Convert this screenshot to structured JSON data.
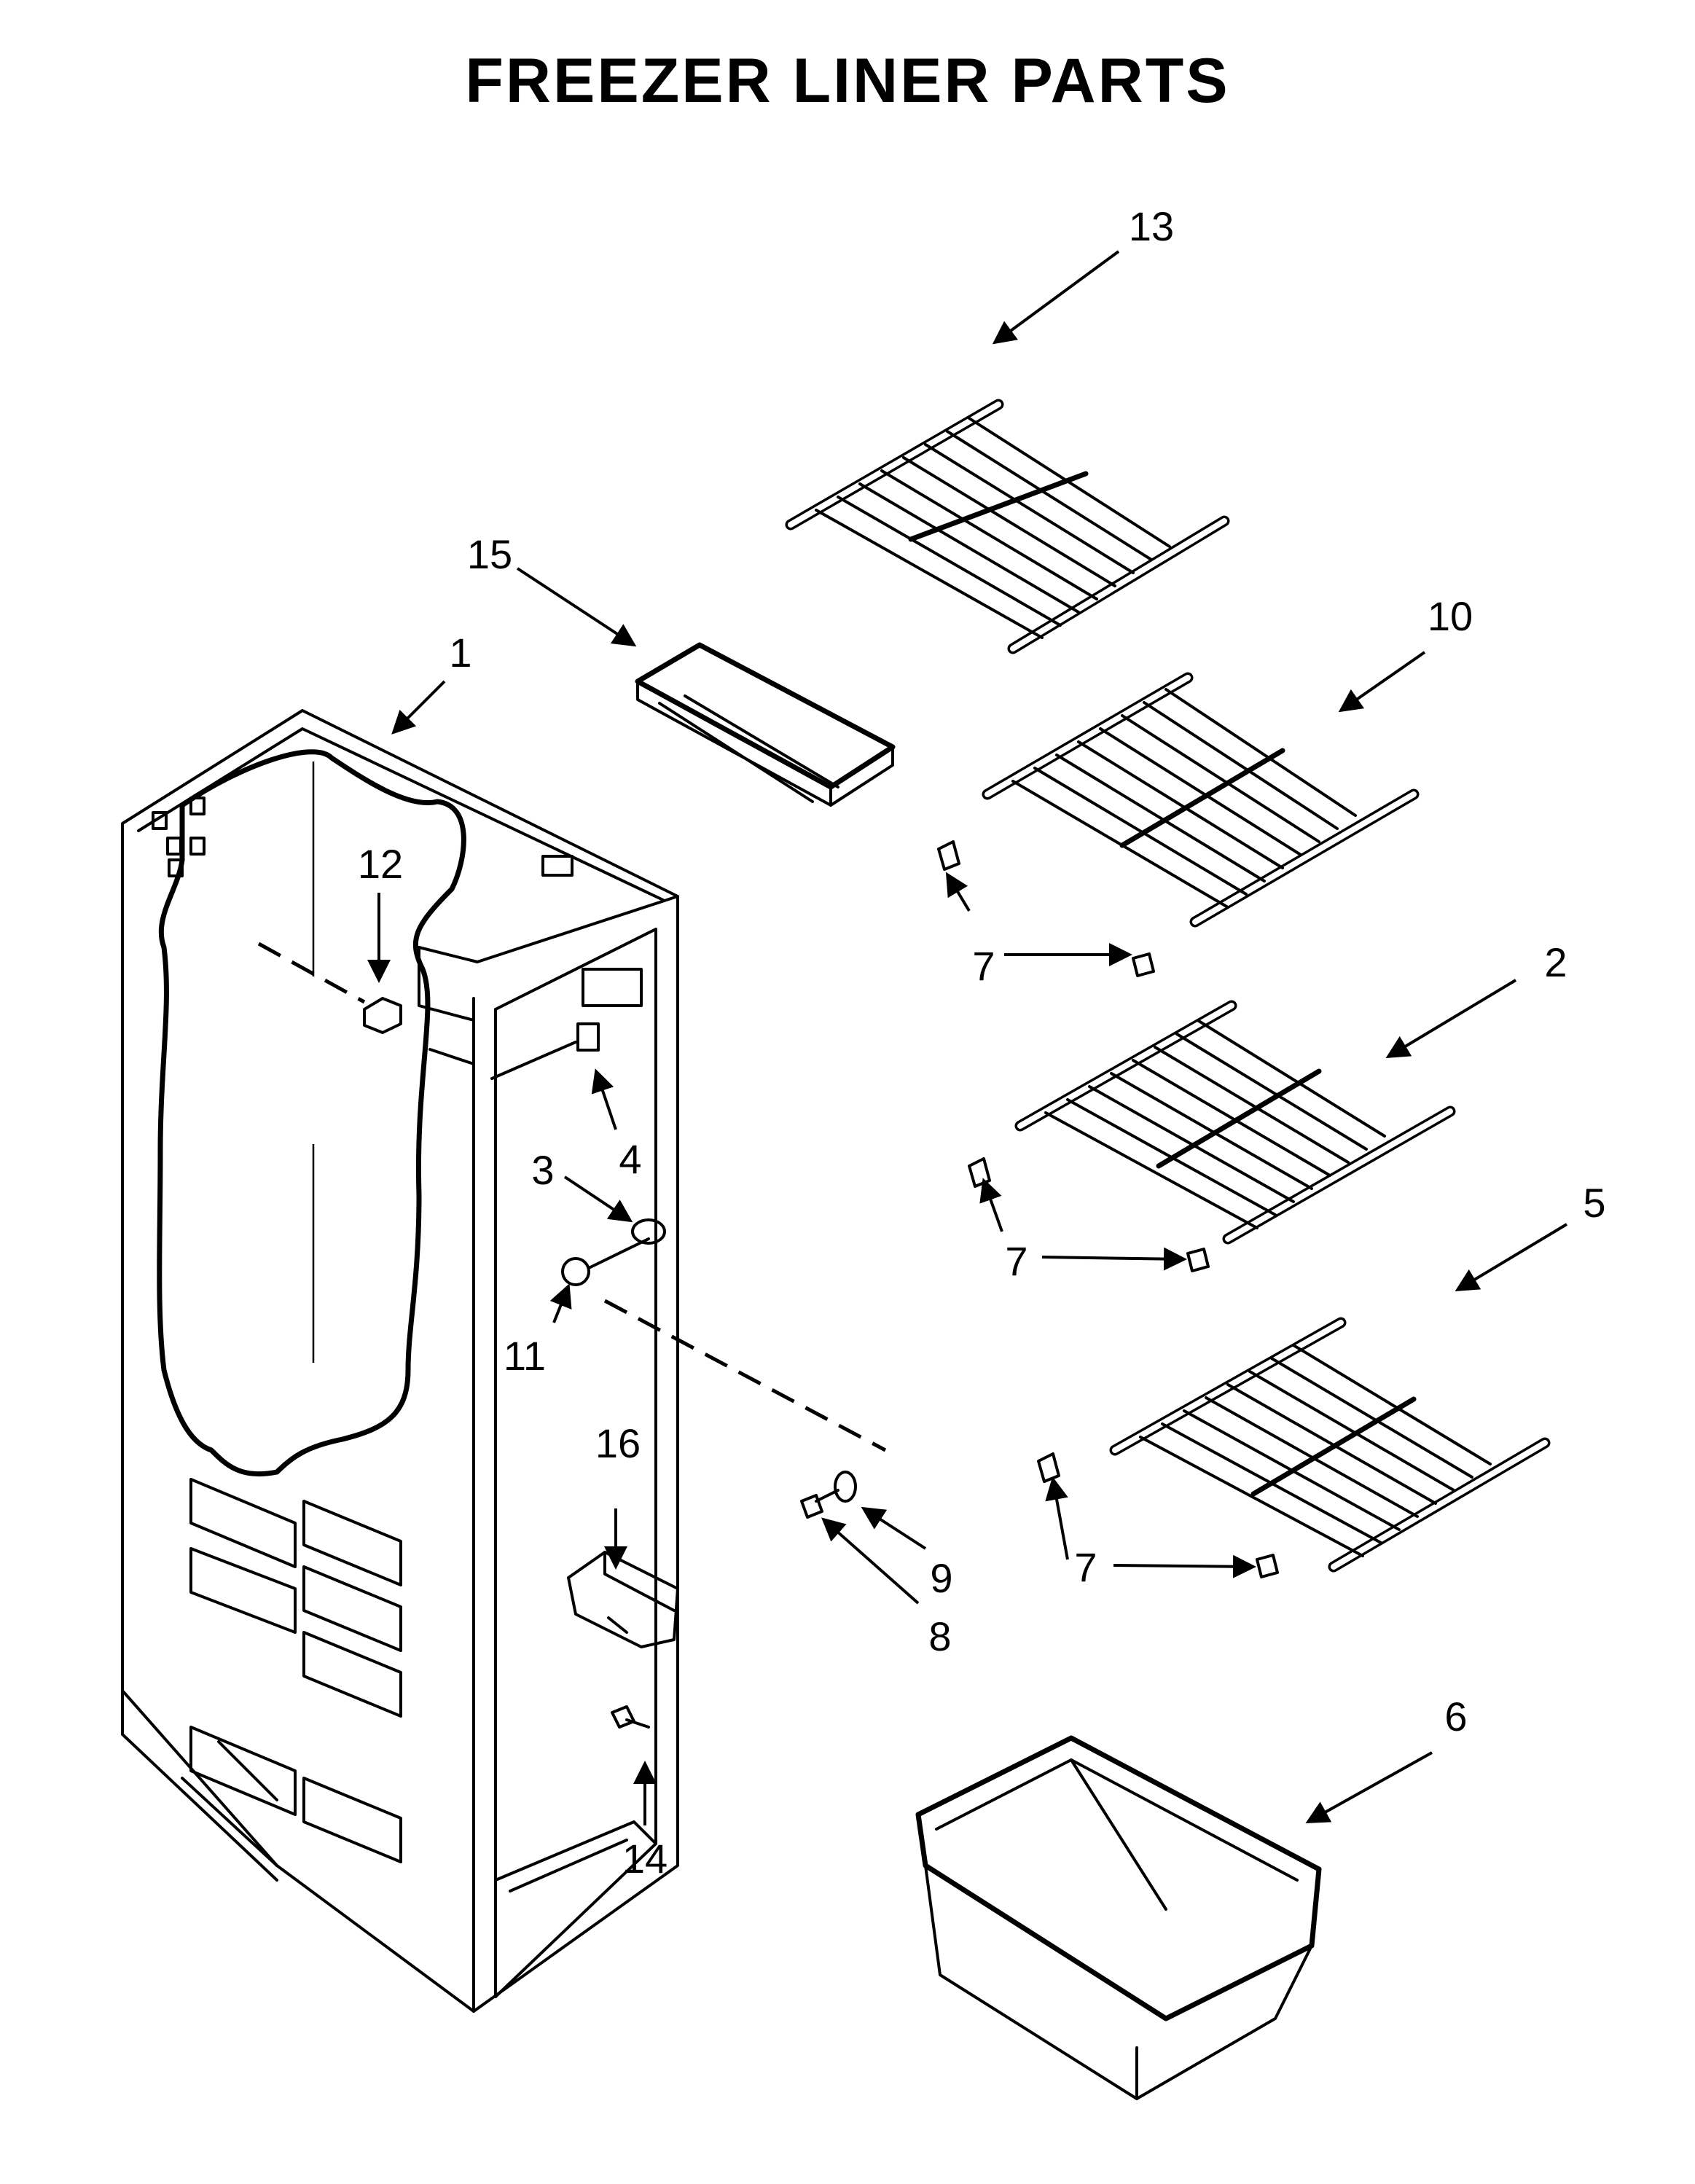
{
  "title": "FREEZER LINER PARTS",
  "callouts": {
    "c1": "1",
    "c2": "2",
    "c3": "3",
    "c4": "4",
    "c5": "5",
    "c6": "6",
    "c7a": "7",
    "c7b": "7",
    "c7c": "7",
    "c8": "8",
    "c9": "9",
    "c10": "10",
    "c11": "11",
    "c12": "12",
    "c13": "13",
    "c14": "14",
    "c15": "15",
    "c16": "16"
  }
}
